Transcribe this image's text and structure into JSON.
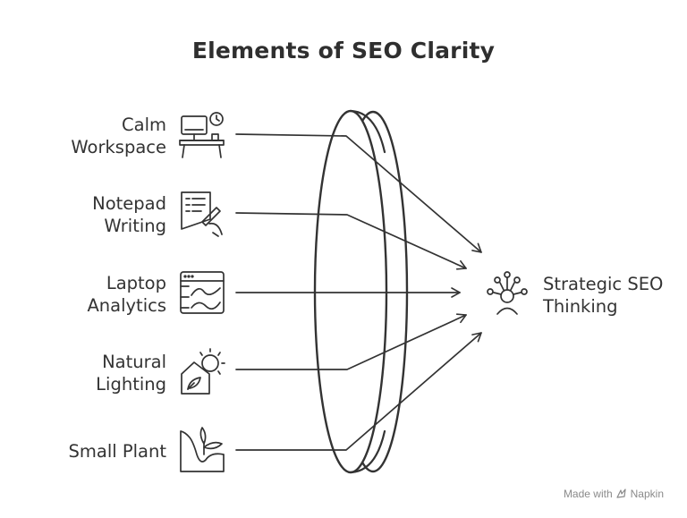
{
  "title": "Elements of SEO Clarity",
  "inputs": [
    {
      "line1": "Calm",
      "line2": "Workspace",
      "icon": "desk-computer-icon"
    },
    {
      "line1": "Notepad",
      "line2": "Writing",
      "icon": "notepad-writing-icon"
    },
    {
      "line1": "Laptop",
      "line2": "Analytics",
      "icon": "analytics-chart-icon"
    },
    {
      "line1": "Natural",
      "line2": "Lighting",
      "icon": "sun-house-icon"
    },
    {
      "line1": "Small Plant",
      "line2": "",
      "icon": "plant-icon"
    }
  ],
  "output": {
    "line1": "Strategic SEO",
    "line2": "Thinking",
    "icon": "idea-person-icon"
  },
  "credit": {
    "prefix": "Made with",
    "brand": "Napkin"
  },
  "colors": {
    "stroke": "#333333",
    "text": "#333333",
    "credit": "#8a8a8a"
  }
}
